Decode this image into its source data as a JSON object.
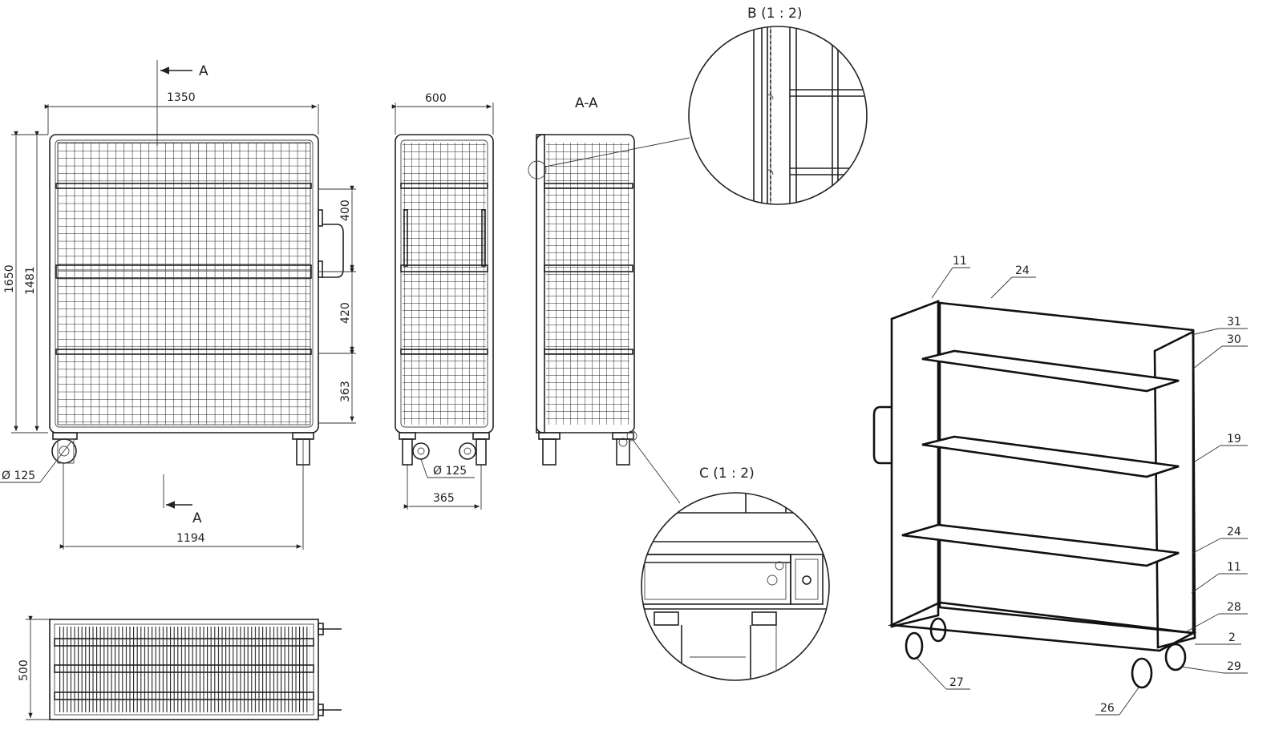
{
  "drawing": {
    "section_markers": {
      "top": "A",
      "bottom": "A"
    },
    "front_view": {
      "width_label": "1350",
      "overall_height_label": "1650",
      "inner_height_label": "1481",
      "segment_labels": [
        "400",
        "420",
        "363"
      ],
      "wheel_label": "Ø 125",
      "base_width_label": "1194"
    },
    "side_view": {
      "width_label": "600",
      "wheel_label": "Ø 125",
      "wheel_span_label": "365"
    },
    "section_view": {
      "title": "A-A"
    },
    "detail_b": {
      "title": "B (1 : 2)"
    },
    "detail_c": {
      "title": "C (1 : 2)"
    },
    "top_view": {
      "depth_label": "500"
    },
    "iso_callouts": [
      "11",
      "24",
      "31",
      "30",
      "19",
      "24",
      "11",
      "28",
      "2",
      "29",
      "27",
      "26"
    ]
  }
}
